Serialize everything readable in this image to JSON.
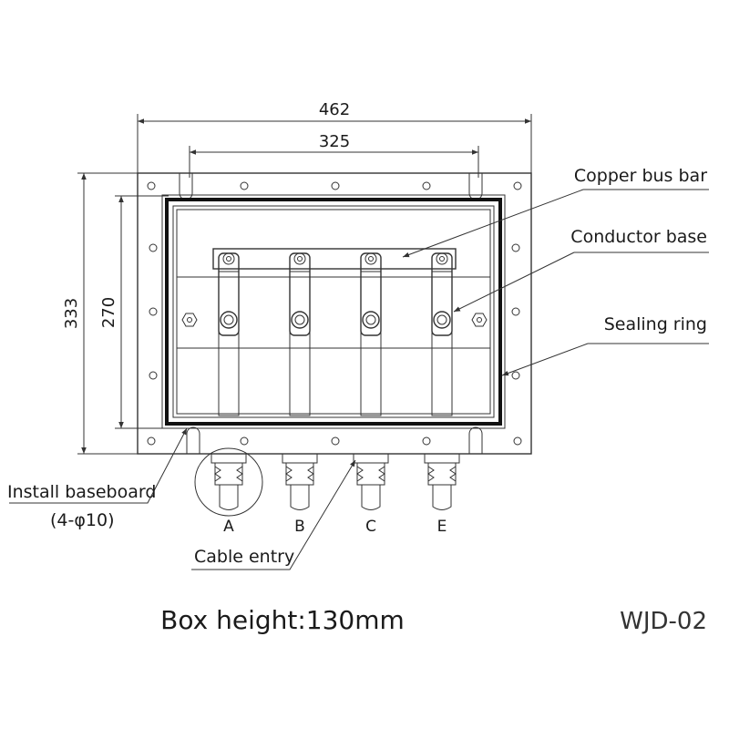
{
  "dimensions": {
    "overall_width": "462",
    "busbar_span": "325",
    "overall_height": "333",
    "inner_height": "270"
  },
  "callouts": {
    "copper_bus_bar": "Copper bus bar",
    "conductor_base": "Conductor base",
    "sealing_ring": "Sealing ring",
    "install_baseboard": "Install baseboard",
    "install_baseboard_holes": "(4-φ10)",
    "cable_entry": "Cable entry"
  },
  "cable_labels": [
    "A",
    "B",
    "C",
    "E"
  ],
  "caption": "Box height:130mm",
  "model": "WJD-02"
}
